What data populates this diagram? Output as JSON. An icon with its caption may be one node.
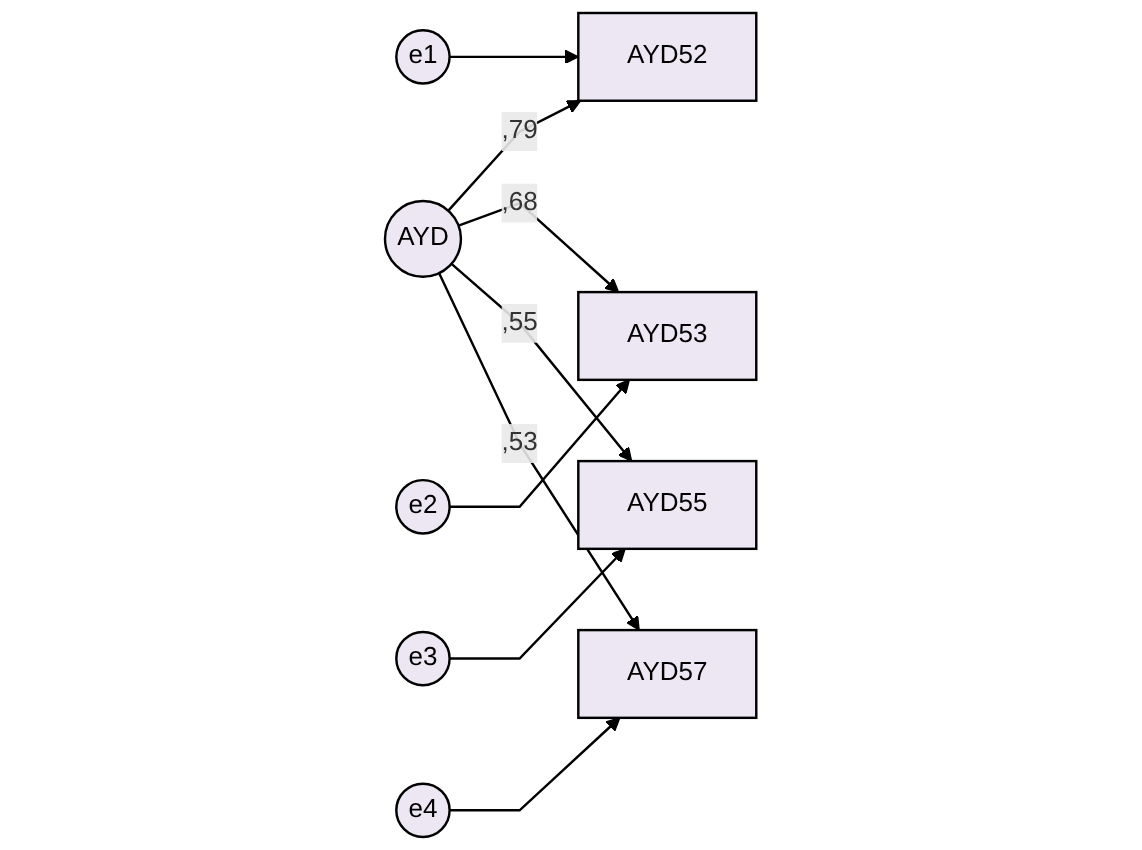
{
  "diagram": {
    "nodes": [
      {
        "text": [
          "AYD"
        ]
      },
      {
        "text": [
          "AYD52"
        ]
      },
      {
        "text": [
          "AYD53"
        ]
      },
      {
        "text": [
          "AYD55"
        ]
      },
      {
        "text": [
          "AYD57"
        ]
      },
      {
        "text": [
          "e1"
        ]
      },
      {
        "text": [
          "e2"
        ]
      },
      {
        "text": [
          "e3"
        ]
      },
      {
        "text": [
          "e4"
        ]
      }
    ],
    "edges": [
      {
        "from": 0,
        "to": 1,
        "arrow": "to",
        "label": ",79"
      },
      {
        "from": 0,
        "to": 2,
        "arrow": "to",
        "label": ",68"
      },
      {
        "from": 0,
        "to": 3,
        "arrow": "to",
        "label": ",55"
      },
      {
        "from": 0,
        "to": 4,
        "arrow": "to",
        "label": ",53"
      },
      {
        "from": 5,
        "to": 1,
        "arrow": "to"
      },
      {
        "from": 6,
        "to": 2,
        "arrow": "to"
      },
      {
        "from": 7,
        "to": 3,
        "arrow": "to"
      },
      {
        "from": 8,
        "to": 4,
        "arrow": "to"
      }
    ]
  }
}
